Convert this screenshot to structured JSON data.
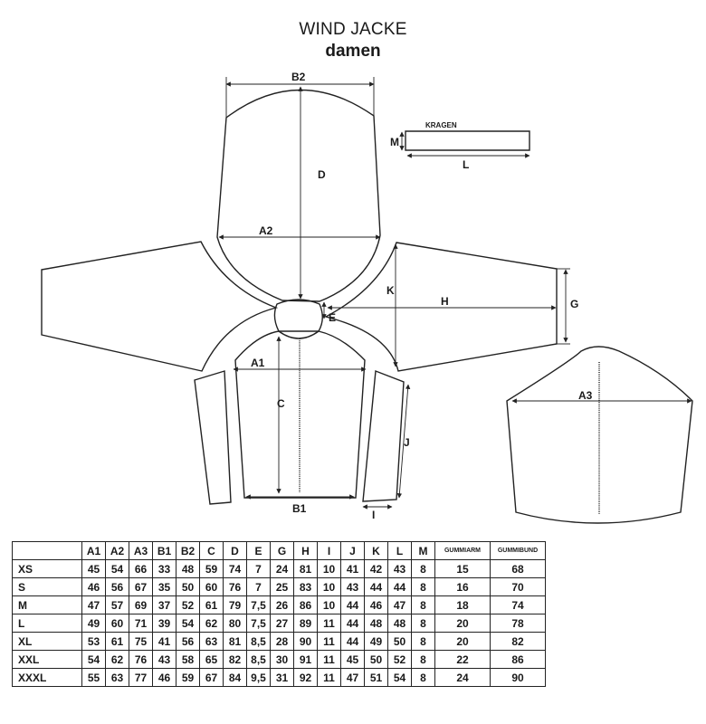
{
  "title": "WIND JACKE",
  "subtitle": "damen",
  "labels": {
    "A1": "A1",
    "A2": "A2",
    "A3": "A3",
    "B1": "B1",
    "B2": "B2",
    "C": "C",
    "D": "D",
    "E": "E",
    "G": "G",
    "H": "H",
    "I": "I",
    "J": "J",
    "K": "K",
    "L": "L",
    "M": "M",
    "kragen": "KRAGEN"
  },
  "table": {
    "headers": [
      "",
      "A1",
      "A2",
      "A3",
      "B1",
      "B2",
      "C",
      "D",
      "E",
      "G",
      "H",
      "I",
      "J",
      "K",
      "L",
      "M",
      "GUMMIARM",
      "GUMMIBUND"
    ],
    "rows": [
      [
        "XS",
        "45",
        "54",
        "66",
        "33",
        "48",
        "59",
        "74",
        "7",
        "24",
        "81",
        "10",
        "41",
        "42",
        "43",
        "8",
        "15",
        "68"
      ],
      [
        "S",
        "46",
        "56",
        "67",
        "35",
        "50",
        "60",
        "76",
        "7",
        "25",
        "83",
        "10",
        "43",
        "44",
        "44",
        "8",
        "16",
        "70"
      ],
      [
        "M",
        "47",
        "57",
        "69",
        "37",
        "52",
        "61",
        "79",
        "7,5",
        "26",
        "86",
        "10",
        "44",
        "46",
        "47",
        "8",
        "18",
        "74"
      ],
      [
        "L",
        "49",
        "60",
        "71",
        "39",
        "54",
        "62",
        "80",
        "7,5",
        "27",
        "89",
        "11",
        "44",
        "48",
        "48",
        "8",
        "20",
        "78"
      ],
      [
        "XL",
        "53",
        "61",
        "75",
        "41",
        "56",
        "63",
        "81",
        "8,5",
        "28",
        "90",
        "11",
        "44",
        "49",
        "50",
        "8",
        "20",
        "82"
      ],
      [
        "XXL",
        "54",
        "62",
        "76",
        "43",
        "58",
        "65",
        "82",
        "8,5",
        "30",
        "91",
        "11",
        "45",
        "50",
        "52",
        "8",
        "22",
        "86"
      ],
      [
        "XXXL",
        "55",
        "63",
        "77",
        "46",
        "59",
        "67",
        "84",
        "9,5",
        "31",
        "92",
        "11",
        "47",
        "51",
        "54",
        "8",
        "24",
        "90"
      ]
    ]
  }
}
